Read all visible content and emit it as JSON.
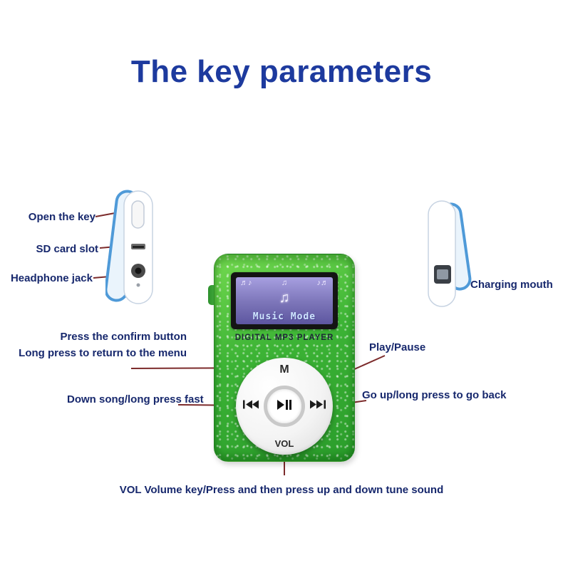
{
  "title": "The key parameters",
  "colors": {
    "title_blue": "#1d3a9e",
    "label_navy": "#17286d",
    "player_green": "#3cb335",
    "clip_blue": "#4f9ad8",
    "connector_line": "#7c2b2b",
    "screen_purple": "#7b74b8"
  },
  "side_view_left": {
    "open_key_label": "Open the key",
    "sd_slot_label": "SD card slot",
    "headphone_label": "Headphone jack"
  },
  "side_view_right": {
    "charging_label": "Charging mouth"
  },
  "player": {
    "screen": {
      "icons_left": "♬♪",
      "icons_center": "♫",
      "icons_right": "♪♬",
      "big_note": "♫",
      "mode_text": "Music Mode"
    },
    "brand_text": "DIGITAL MP3 PLAYER",
    "menu_button": "M",
    "volume_button": "VOL",
    "icons": {
      "play_pause": "▶▮▮",
      "prev": "▮◀◀",
      "next": "▶▶▮"
    }
  },
  "annotations": {
    "confirm_line1": "Press the confirm button",
    "confirm_line2": "Long press to return to the menu",
    "play_pause": "Play/Pause",
    "down_song": "Down song/long press fast",
    "go_up": "Go up/long press to go back",
    "volume": "VOL Volume key/Press and then press up and down tune sound"
  }
}
